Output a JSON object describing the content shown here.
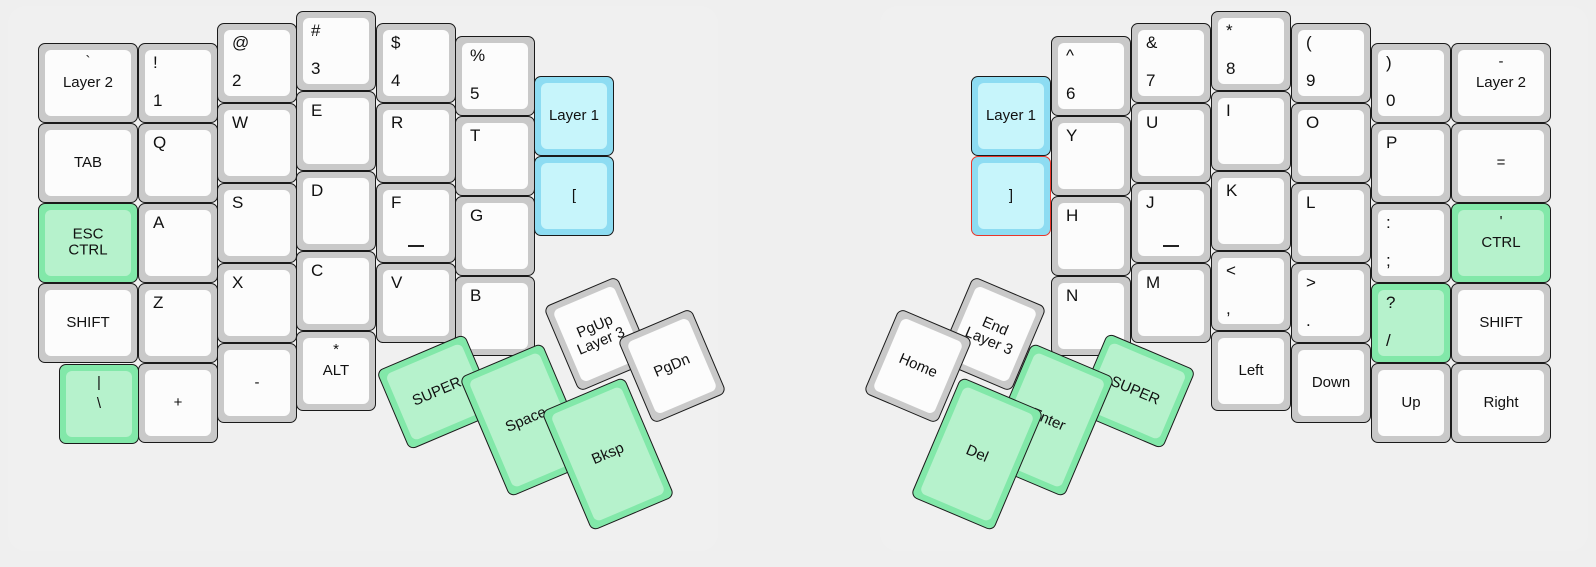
{
  "meta": {
    "title": "Split ergonomic keyboard layout",
    "background_color": "#efefef",
    "key_base_color": "#c9c9c9",
    "keycap_color": "#fcfcfc",
    "green_color": "#82e8a9",
    "cyan_color": "#8ddcf2",
    "selected_outline_color": "#e8362b"
  },
  "left": {
    "name": "left-half",
    "columns": [
      {
        "name": "pinky-outer-column",
        "keys": [
          {
            "name": "key-layer2-grave",
            "top": "`",
            "main": "Layer 2",
            "style": "normal",
            "center": true
          },
          {
            "name": "key-tab",
            "top": "",
            "main": "TAB",
            "style": "normal",
            "center": true
          },
          {
            "name": "key-esc-ctrl",
            "top": "ESC",
            "main": "CTRL",
            "style": "green",
            "center": true
          },
          {
            "name": "key-shift",
            "top": "",
            "main": "SHIFT",
            "style": "normal",
            "center": true
          },
          {
            "name": "key-pipe-backslash",
            "top": "|",
            "main": "\\",
            "style": "green",
            "center": true
          }
        ]
      },
      {
        "name": "pinky-column",
        "keys": [
          {
            "name": "key-1",
            "top": "!",
            "main": "1",
            "style": "normal",
            "center": false
          },
          {
            "name": "key-q",
            "top": "",
            "main": "Q",
            "style": "normal",
            "center": false
          },
          {
            "name": "key-a",
            "top": "",
            "main": "A",
            "style": "normal",
            "center": false
          },
          {
            "name": "key-z",
            "top": "",
            "main": "Z",
            "style": "normal",
            "center": false
          },
          {
            "name": "key-plus",
            "top": "",
            "main": "+",
            "style": "normal",
            "center": true
          }
        ]
      },
      {
        "name": "ring-column",
        "keys": [
          {
            "name": "key-2",
            "top": "@",
            "main": "2",
            "style": "normal",
            "center": false
          },
          {
            "name": "key-w",
            "top": "",
            "main": "W",
            "style": "normal",
            "center": false
          },
          {
            "name": "key-s",
            "top": "",
            "main": "S",
            "style": "normal",
            "center": false
          },
          {
            "name": "key-x",
            "top": "",
            "main": "X",
            "style": "normal",
            "center": false
          },
          {
            "name": "key-minus",
            "top": "",
            "main": "-",
            "style": "normal",
            "center": true
          }
        ]
      },
      {
        "name": "middle-column",
        "keys": [
          {
            "name": "key-3",
            "top": "#",
            "main": "3",
            "style": "normal",
            "center": false
          },
          {
            "name": "key-e",
            "top": "",
            "main": "E",
            "style": "normal",
            "center": false
          },
          {
            "name": "key-d",
            "top": "",
            "main": "D",
            "style": "normal",
            "center": false
          },
          {
            "name": "key-c",
            "top": "",
            "main": "C",
            "style": "normal",
            "center": false
          },
          {
            "name": "key-alt",
            "top": "*",
            "main": "ALT",
            "style": "normal",
            "center": true
          }
        ]
      },
      {
        "name": "index-column",
        "keys": [
          {
            "name": "key-4",
            "top": "$",
            "main": "4",
            "style": "normal",
            "center": false
          },
          {
            "name": "key-r",
            "top": "",
            "main": "R",
            "style": "normal",
            "center": false
          },
          {
            "name": "key-f",
            "top": "",
            "main": "F",
            "style": "normal",
            "center": false,
            "homing": true
          },
          {
            "name": "key-v",
            "top": "",
            "main": "V",
            "style": "normal",
            "center": false
          }
        ]
      },
      {
        "name": "index-inner-column",
        "keys": [
          {
            "name": "key-5",
            "top": "%",
            "main": "5",
            "style": "normal",
            "center": false
          },
          {
            "name": "key-t",
            "top": "",
            "main": "T",
            "style": "normal",
            "center": false
          },
          {
            "name": "key-g",
            "top": "",
            "main": "G",
            "style": "normal",
            "center": false
          },
          {
            "name": "key-b",
            "top": "",
            "main": "B",
            "style": "normal",
            "center": false
          }
        ]
      },
      {
        "name": "inner-extra-column",
        "keys": [
          {
            "name": "key-layer1",
            "top": "",
            "main": "Layer 1",
            "style": "cyan",
            "center": true
          },
          {
            "name": "key-bracket-left",
            "top": "",
            "main": "[",
            "style": "cyan",
            "center": true
          }
        ]
      }
    ],
    "thumb": [
      {
        "name": "key-super-left",
        "label": "SUPER",
        "style": "green"
      },
      {
        "name": "key-pgup-layer3",
        "label": "PgUp\nLayer 3",
        "style": "normal"
      },
      {
        "name": "key-pgdn",
        "label": "PgDn",
        "style": "normal"
      },
      {
        "name": "key-space",
        "label": "Space",
        "style": "green"
      },
      {
        "name": "key-bksp",
        "label": "Bksp",
        "style": "green"
      }
    ]
  },
  "right": {
    "name": "right-half",
    "columns": [
      {
        "name": "inner-extra-column",
        "keys": [
          {
            "name": "key-layer1",
            "top": "",
            "main": "Layer 1",
            "style": "cyan",
            "center": true
          },
          {
            "name": "key-bracket-right",
            "top": "",
            "main": "]",
            "style": "cyan",
            "center": true,
            "selected": true
          }
        ]
      },
      {
        "name": "index-inner-column",
        "keys": [
          {
            "name": "key-6",
            "top": "^",
            "main": "6",
            "style": "normal",
            "center": false
          },
          {
            "name": "key-y",
            "top": "",
            "main": "Y",
            "style": "normal",
            "center": false
          },
          {
            "name": "key-h",
            "top": "",
            "main": "H",
            "style": "normal",
            "center": false
          },
          {
            "name": "key-n",
            "top": "",
            "main": "N",
            "style": "normal",
            "center": false
          }
        ]
      },
      {
        "name": "index-column",
        "keys": [
          {
            "name": "key-7",
            "top": "&",
            "main": "7",
            "style": "normal",
            "center": false
          },
          {
            "name": "key-u",
            "top": "",
            "main": "U",
            "style": "normal",
            "center": false
          },
          {
            "name": "key-j",
            "top": "",
            "main": "J",
            "style": "normal",
            "center": false,
            "homing": true
          },
          {
            "name": "key-m",
            "top": "",
            "main": "M",
            "style": "normal",
            "center": false
          }
        ]
      },
      {
        "name": "middle-column",
        "keys": [
          {
            "name": "key-8",
            "top": "*",
            "main": "8",
            "style": "normal",
            "center": false
          },
          {
            "name": "key-i",
            "top": "",
            "main": "I",
            "style": "normal",
            "center": false
          },
          {
            "name": "key-k",
            "top": "",
            "main": "K",
            "style": "normal",
            "center": false
          },
          {
            "name": "key-comma",
            "top": "<",
            "main": ",",
            "style": "normal",
            "center": false
          },
          {
            "name": "key-left",
            "top": "",
            "main": "Left",
            "style": "normal",
            "center": true
          }
        ]
      },
      {
        "name": "ring-column",
        "keys": [
          {
            "name": "key-9",
            "top": "(",
            "main": "9",
            "style": "normal",
            "center": false
          },
          {
            "name": "key-o",
            "top": "",
            "main": "O",
            "style": "normal",
            "center": false
          },
          {
            "name": "key-l",
            "top": "",
            "main": "L",
            "style": "normal",
            "center": false
          },
          {
            "name": "key-period",
            "top": ">",
            "main": ".",
            "style": "normal",
            "center": false
          },
          {
            "name": "key-down",
            "top": "",
            "main": "Down",
            "style": "normal",
            "center": true
          }
        ]
      },
      {
        "name": "pinky-column",
        "keys": [
          {
            "name": "key-0",
            "top": ")",
            "main": "0",
            "style": "normal",
            "center": false
          },
          {
            "name": "key-p",
            "top": "",
            "main": "P",
            "style": "normal",
            "center": false
          },
          {
            "name": "key-semicolon",
            "top": ":",
            "main": ";",
            "style": "normal",
            "center": false
          },
          {
            "name": "key-slash",
            "top": "?",
            "main": "/",
            "style": "green",
            "center": false
          },
          {
            "name": "key-up",
            "top": "",
            "main": "Up",
            "style": "normal",
            "center": true
          }
        ]
      },
      {
        "name": "pinky-outer-column",
        "keys": [
          {
            "name": "key-layer2-minus",
            "top": "-",
            "main": "Layer 2",
            "style": "normal",
            "center": true
          },
          {
            "name": "key-equal",
            "top": "",
            "main": "=",
            "style": "normal",
            "center": true
          },
          {
            "name": "key-quote-ctrl",
            "top": "'",
            "main": "CTRL",
            "style": "green",
            "center": true
          },
          {
            "name": "key-shift",
            "top": "",
            "main": "SHIFT",
            "style": "normal",
            "center": true
          },
          {
            "name": "key-right",
            "top": "",
            "main": "Right",
            "style": "normal",
            "center": true
          }
        ]
      }
    ],
    "thumb": [
      {
        "name": "key-super-right",
        "label": "SUPER",
        "style": "green"
      },
      {
        "name": "key-end-layer3",
        "label": "End\nLayer 3",
        "style": "normal"
      },
      {
        "name": "key-home",
        "label": "Home",
        "style": "normal"
      },
      {
        "name": "key-enter",
        "label": "Enter",
        "style": "green"
      },
      {
        "name": "key-del",
        "label": "Del",
        "style": "green"
      }
    ]
  }
}
